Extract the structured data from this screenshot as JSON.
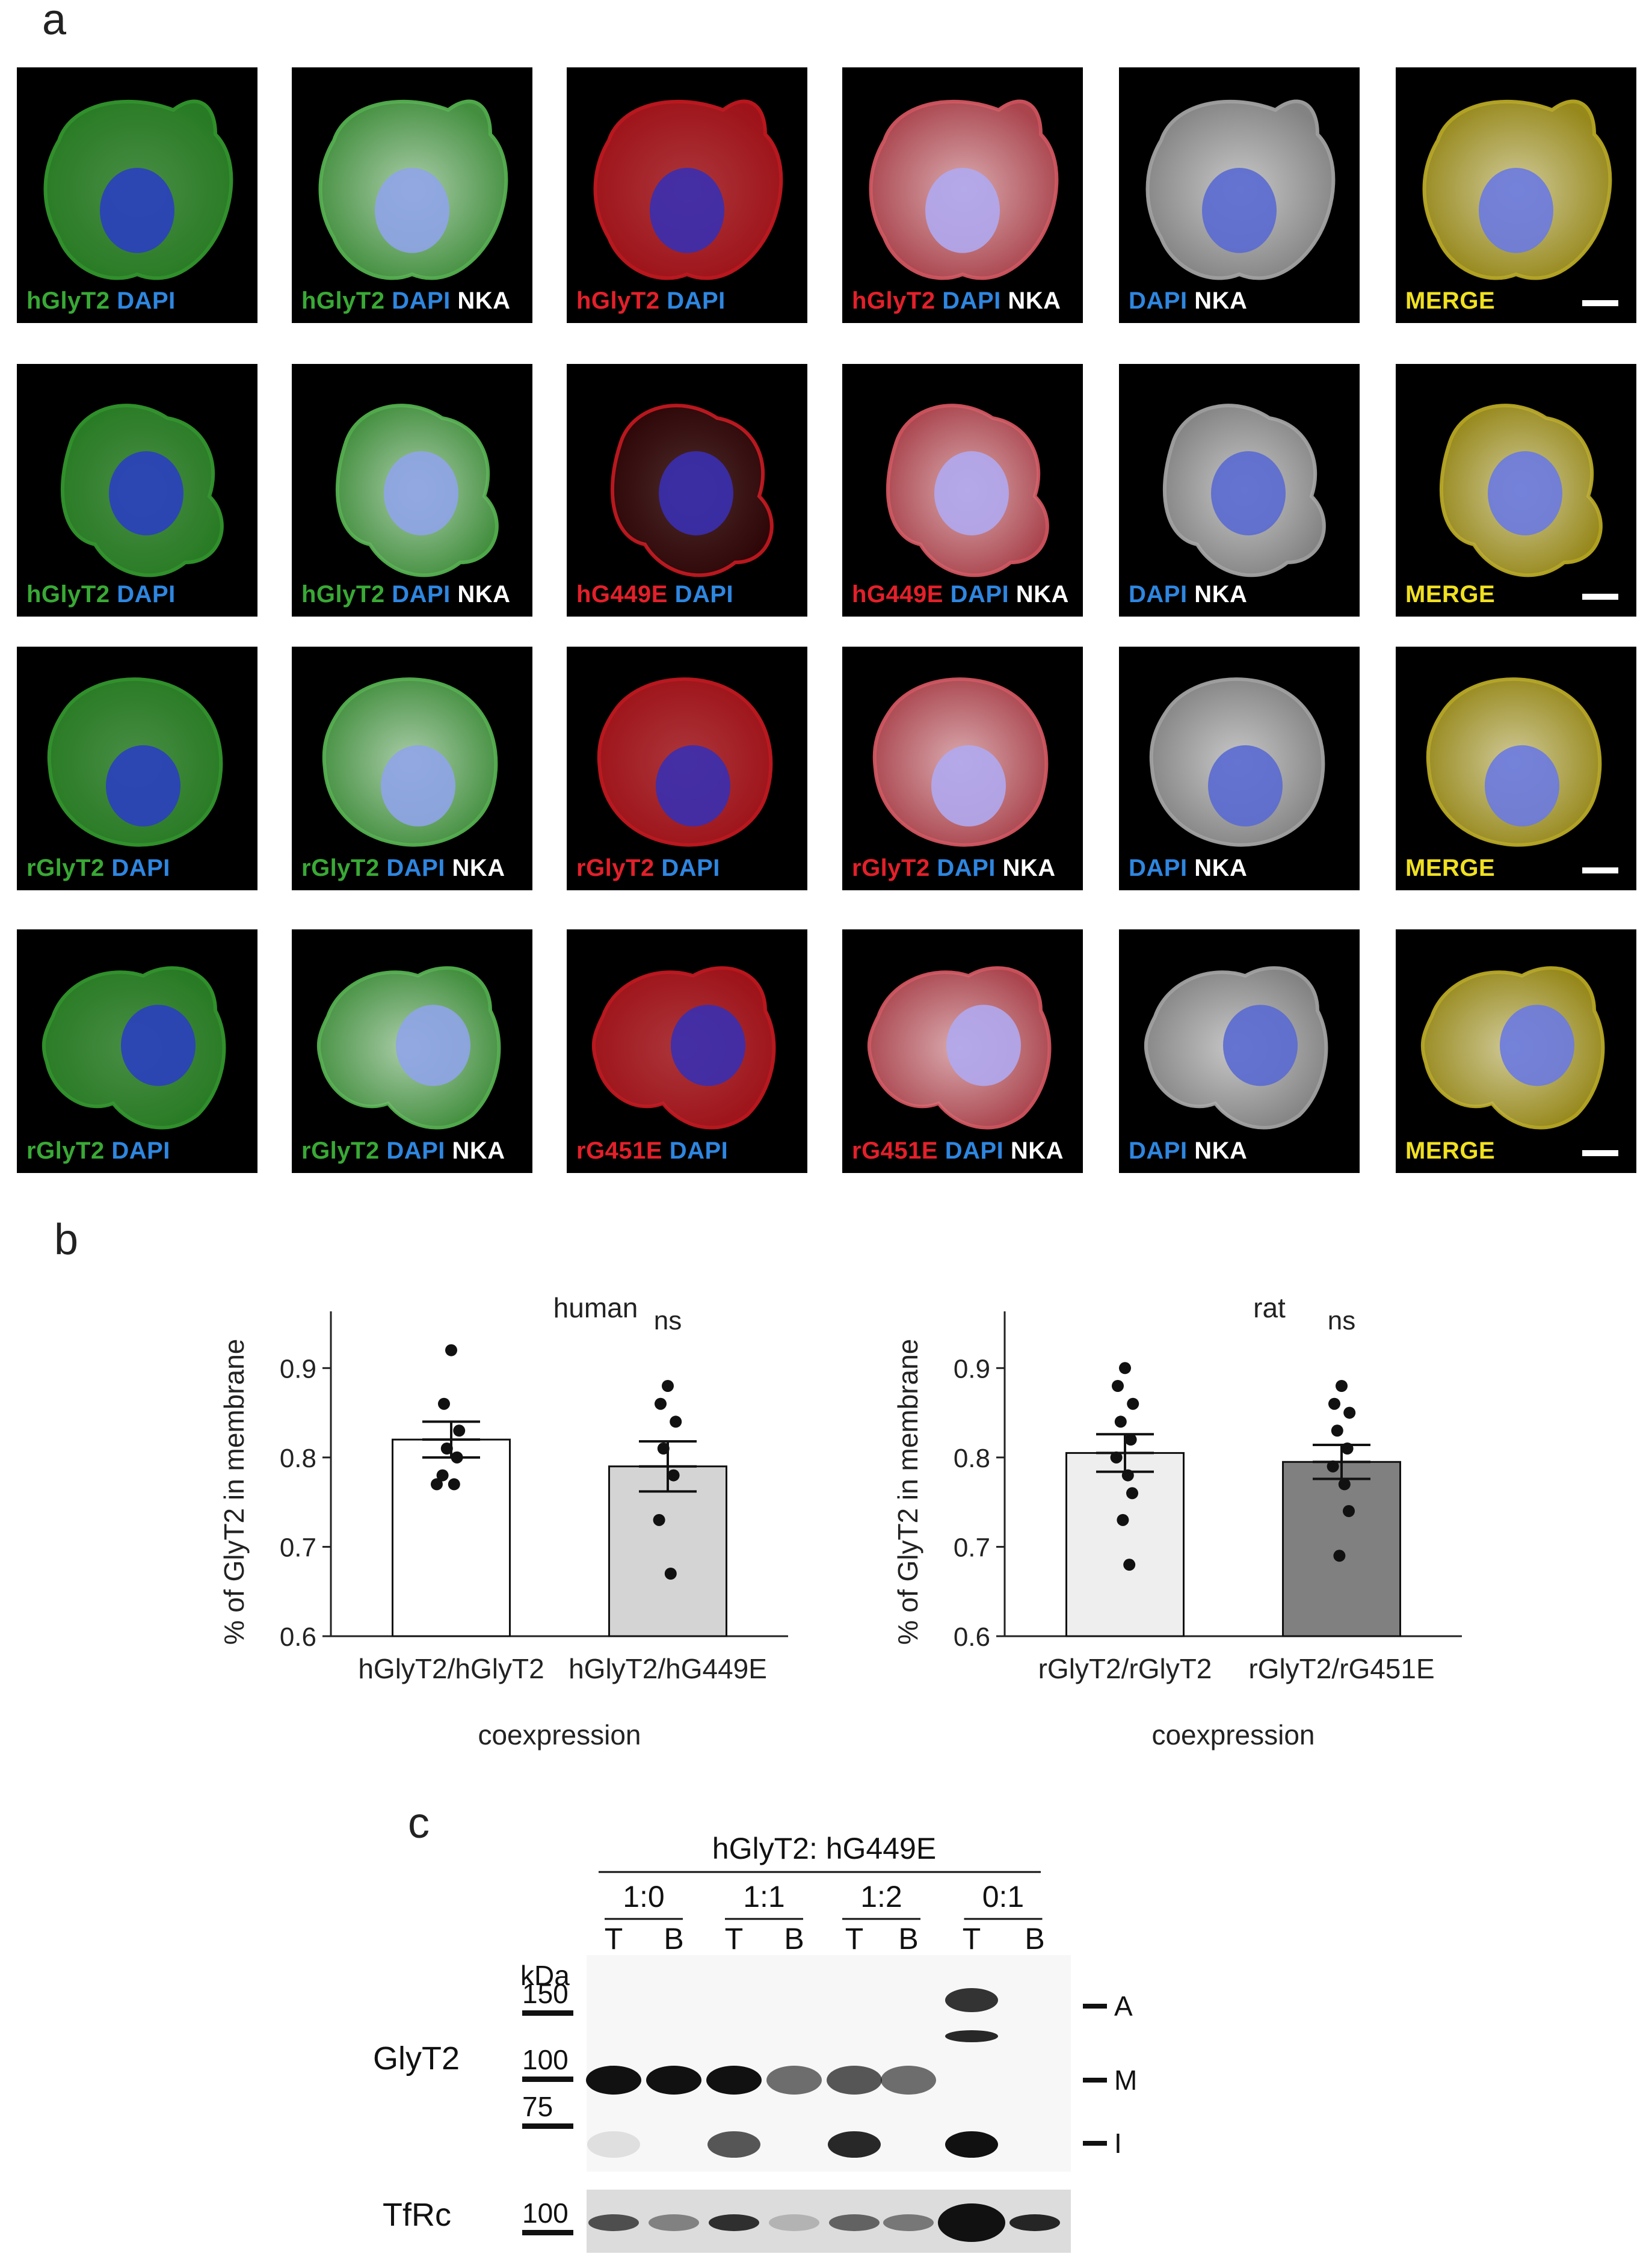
{
  "panels": {
    "a": "a",
    "b": "b",
    "c": "c"
  },
  "colors": {
    "green": "#39a935",
    "blue": "#2e86e0",
    "red": "#e3202a",
    "white": "#ffffff",
    "yellow": "#f0e020"
  },
  "micrographs": {
    "rows": [
      {
        "cells": [
          [
            {
              "t": "hGlyT2",
              "c": "green"
            },
            {
              "t": "DAPI",
              "c": "blue"
            }
          ],
          [
            {
              "t": "hGlyT2",
              "c": "green"
            },
            {
              "t": "DAPI",
              "c": "blue"
            },
            {
              "t": "NKA",
              "c": "white"
            }
          ],
          [
            {
              "t": "hGlyT2",
              "c": "red"
            },
            {
              "t": "DAPI",
              "c": "blue"
            }
          ],
          [
            {
              "t": "hGlyT2",
              "c": "red"
            },
            {
              "t": "DAPI",
              "c": "blue"
            },
            {
              "t": "NKA",
              "c": "white"
            }
          ],
          [
            {
              "t": "DAPI",
              "c": "blue"
            },
            {
              "t": "NKA",
              "c": "white"
            }
          ],
          [
            {
              "t": "MERGE",
              "c": "yellow"
            }
          ]
        ]
      },
      {
        "cells": [
          [
            {
              "t": "hGlyT2",
              "c": "green"
            },
            {
              "t": "DAPI",
              "c": "blue"
            }
          ],
          [
            {
              "t": "hGlyT2",
              "c": "green"
            },
            {
              "t": "DAPI",
              "c": "blue"
            },
            {
              "t": "NKA",
              "c": "white"
            }
          ],
          [
            {
              "t": "hG449E",
              "c": "red"
            },
            {
              "t": "DAPI",
              "c": "blue"
            }
          ],
          [
            {
              "t": "hG449E",
              "c": "red"
            },
            {
              "t": "DAPI",
              "c": "blue"
            },
            {
              "t": "NKA",
              "c": "white"
            }
          ],
          [
            {
              "t": "DAPI",
              "c": "blue"
            },
            {
              "t": "NKA",
              "c": "white"
            }
          ],
          [
            {
              "t": "MERGE",
              "c": "yellow"
            }
          ]
        ]
      },
      {
        "cells": [
          [
            {
              "t": "rGlyT2",
              "c": "green"
            },
            {
              "t": "DAPI",
              "c": "blue"
            }
          ],
          [
            {
              "t": "rGlyT2",
              "c": "green"
            },
            {
              "t": "DAPI",
              "c": "blue"
            },
            {
              "t": "NKA",
              "c": "white"
            }
          ],
          [
            {
              "t": "rGlyT2",
              "c": "red"
            },
            {
              "t": "DAPI",
              "c": "blue"
            }
          ],
          [
            {
              "t": "rGlyT2",
              "c": "red"
            },
            {
              "t": "DAPI",
              "c": "blue"
            },
            {
              "t": "NKA",
              "c": "white"
            }
          ],
          [
            {
              "t": "DAPI",
              "c": "blue"
            },
            {
              "t": "NKA",
              "c": "white"
            }
          ],
          [
            {
              "t": "MERGE",
              "c": "yellow"
            }
          ]
        ]
      },
      {
        "cells": [
          [
            {
              "t": "rGlyT2",
              "c": "green"
            },
            {
              "t": "DAPI",
              "c": "blue"
            }
          ],
          [
            {
              "t": "rGlyT2",
              "c": "green"
            },
            {
              "t": "DAPI",
              "c": "blue"
            },
            {
              "t": "NKA",
              "c": "white"
            }
          ],
          [
            {
              "t": "rG451E",
              "c": "red"
            },
            {
              "t": "DAPI",
              "c": "blue"
            }
          ],
          [
            {
              "t": "rG451E",
              "c": "red"
            },
            {
              "t": "DAPI",
              "c": "blue"
            },
            {
              "t": "NKA",
              "c": "white"
            }
          ],
          [
            {
              "t": "DAPI",
              "c": "blue"
            },
            {
              "t": "NKA",
              "c": "white"
            }
          ],
          [
            {
              "t": "MERGE",
              "c": "yellow"
            }
          ]
        ]
      }
    ]
  },
  "chart_data": [
    {
      "type": "bar",
      "title": "human",
      "ylabel": "% of GlyT2 in membrane",
      "xlabel": "coexpression",
      "ylim": [
        0.6,
        0.95
      ],
      "yticks": [
        "0.6",
        "0.7",
        "0.8",
        "0.9"
      ],
      "categories": [
        "hGlyT2/hGlyT2",
        "hGlyT2/hG449E"
      ],
      "values": [
        0.82,
        0.79
      ],
      "sem": [
        0.02,
        0.028
      ],
      "bar_colors": [
        "#ffffff",
        "#d4d4d4"
      ],
      "points": [
        [
          0.92,
          0.86,
          0.83,
          0.81,
          0.8,
          0.78,
          0.77,
          0.77
        ],
        [
          0.88,
          0.86,
          0.84,
          0.81,
          0.78,
          0.73,
          0.67
        ]
      ],
      "annotations": [
        "",
        "ns"
      ]
    },
    {
      "type": "bar",
      "title": "rat",
      "ylabel": "% of GlyT2 in membrane",
      "xlabel": "coexpression",
      "ylim": [
        0.6,
        0.95
      ],
      "yticks": [
        "0.6",
        "0.7",
        "0.8",
        "0.9"
      ],
      "categories": [
        "rGlyT2/rGlyT2",
        "rGlyT2/rG451E"
      ],
      "values": [
        0.805,
        0.795
      ],
      "sem": [
        0.021,
        0.019
      ],
      "bar_colors": [
        "#eeeeee",
        "#808080"
      ],
      "points": [
        [
          0.9,
          0.88,
          0.86,
          0.84,
          0.82,
          0.8,
          0.78,
          0.76,
          0.73,
          0.68
        ],
        [
          0.88,
          0.86,
          0.85,
          0.83,
          0.81,
          0.79,
          0.77,
          0.74,
          0.69
        ]
      ],
      "annotations": [
        "",
        "ns"
      ]
    }
  ],
  "blot": {
    "header": "hGlyT2: hG449E",
    "ratios": [
      "1:0",
      "1:1",
      "1:2",
      "0:1"
    ],
    "lanes": [
      "T",
      "B",
      "T",
      "B",
      "T",
      "B",
      "T",
      "B"
    ],
    "kda_label": "kDa",
    "markers": [
      "150",
      "100",
      "75"
    ],
    "tfrc_marker": "100",
    "row_labels": [
      "GlyT2",
      "TfRc"
    ],
    "band_labels": [
      "A",
      "M",
      "I"
    ]
  }
}
